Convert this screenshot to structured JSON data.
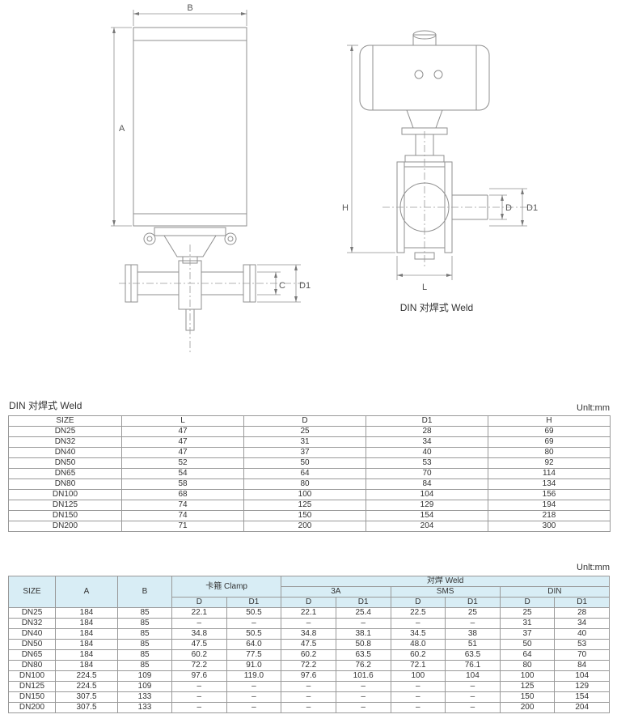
{
  "drawings": {
    "front": {
      "dim_a": "A",
      "dim_b": "B",
      "dim_c": "C",
      "dim_d1": "D1"
    },
    "side": {
      "dim_h": "H",
      "dim_d": "D",
      "dim_d1": "D1",
      "dim_l": "L",
      "caption": "DIN 对焊式 Weld"
    }
  },
  "table1": {
    "title": "DIN 对焊式 Weld",
    "unit": "Unlt:mm",
    "headers": [
      "SIZE",
      "L",
      "D",
      "D1",
      "H"
    ],
    "rows": [
      [
        "DN25",
        "47",
        "25",
        "28",
        "69"
      ],
      [
        "DN32",
        "47",
        "31",
        "34",
        "69"
      ],
      [
        "DN40",
        "47",
        "37",
        "40",
        "80"
      ],
      [
        "DN50",
        "52",
        "50",
        "53",
        "92"
      ],
      [
        "DN65",
        "54",
        "64",
        "70",
        "114"
      ],
      [
        "DN80",
        "58",
        "80",
        "84",
        "134"
      ],
      [
        "DN100",
        "68",
        "100",
        "104",
        "156"
      ],
      [
        "DN125",
        "74",
        "125",
        "129",
        "194"
      ],
      [
        "DN150",
        "74",
        "150",
        "154",
        "218"
      ],
      [
        "DN200",
        "71",
        "200",
        "204",
        "300"
      ]
    ]
  },
  "table2": {
    "unit": "Unlt:mm",
    "headers": {
      "size": "SIZE",
      "a": "A",
      "b": "B",
      "clamp": "卡箍 Clamp",
      "weld": "对焊 Weld",
      "g3a": "3A",
      "sms": "SMS",
      "din": "DIN",
      "d": "D",
      "d1": "D1"
    },
    "rows": [
      [
        "DN25",
        "184",
        "85",
        "22.1",
        "50.5",
        "22.1",
        "25.4",
        "22.5",
        "25",
        "25",
        "28"
      ],
      [
        "DN32",
        "184",
        "85",
        "–",
        "–",
        "–",
        "–",
        "–",
        "–",
        "31",
        "34"
      ],
      [
        "DN40",
        "184",
        "85",
        "34.8",
        "50.5",
        "34.8",
        "38.1",
        "34.5",
        "38",
        "37",
        "40"
      ],
      [
        "DN50",
        "184",
        "85",
        "47.5",
        "64.0",
        "47.5",
        "50.8",
        "48.0",
        "51",
        "50",
        "53"
      ],
      [
        "DN65",
        "184",
        "85",
        "60.2",
        "77.5",
        "60.2",
        "63.5",
        "60.2",
        "63.5",
        "64",
        "70"
      ],
      [
        "DN80",
        "184",
        "85",
        "72.2",
        "91.0",
        "72.2",
        "76.2",
        "72.1",
        "76.1",
        "80",
        "84"
      ],
      [
        "DN100",
        "224.5",
        "109",
        "97.6",
        "119.0",
        "97.6",
        "101.6",
        "100",
        "104",
        "100",
        "104"
      ],
      [
        "DN125",
        "224.5",
        "109",
        "–",
        "–",
        "–",
        "–",
        "–",
        "–",
        "125",
        "129"
      ],
      [
        "DN150",
        "307.5",
        "133",
        "–",
        "–",
        "–",
        "–",
        "–",
        "–",
        "150",
        "154"
      ],
      [
        "DN200",
        "307.5",
        "133",
        "–",
        "–",
        "–",
        "–",
        "–",
        "–",
        "200",
        "204"
      ]
    ]
  }
}
